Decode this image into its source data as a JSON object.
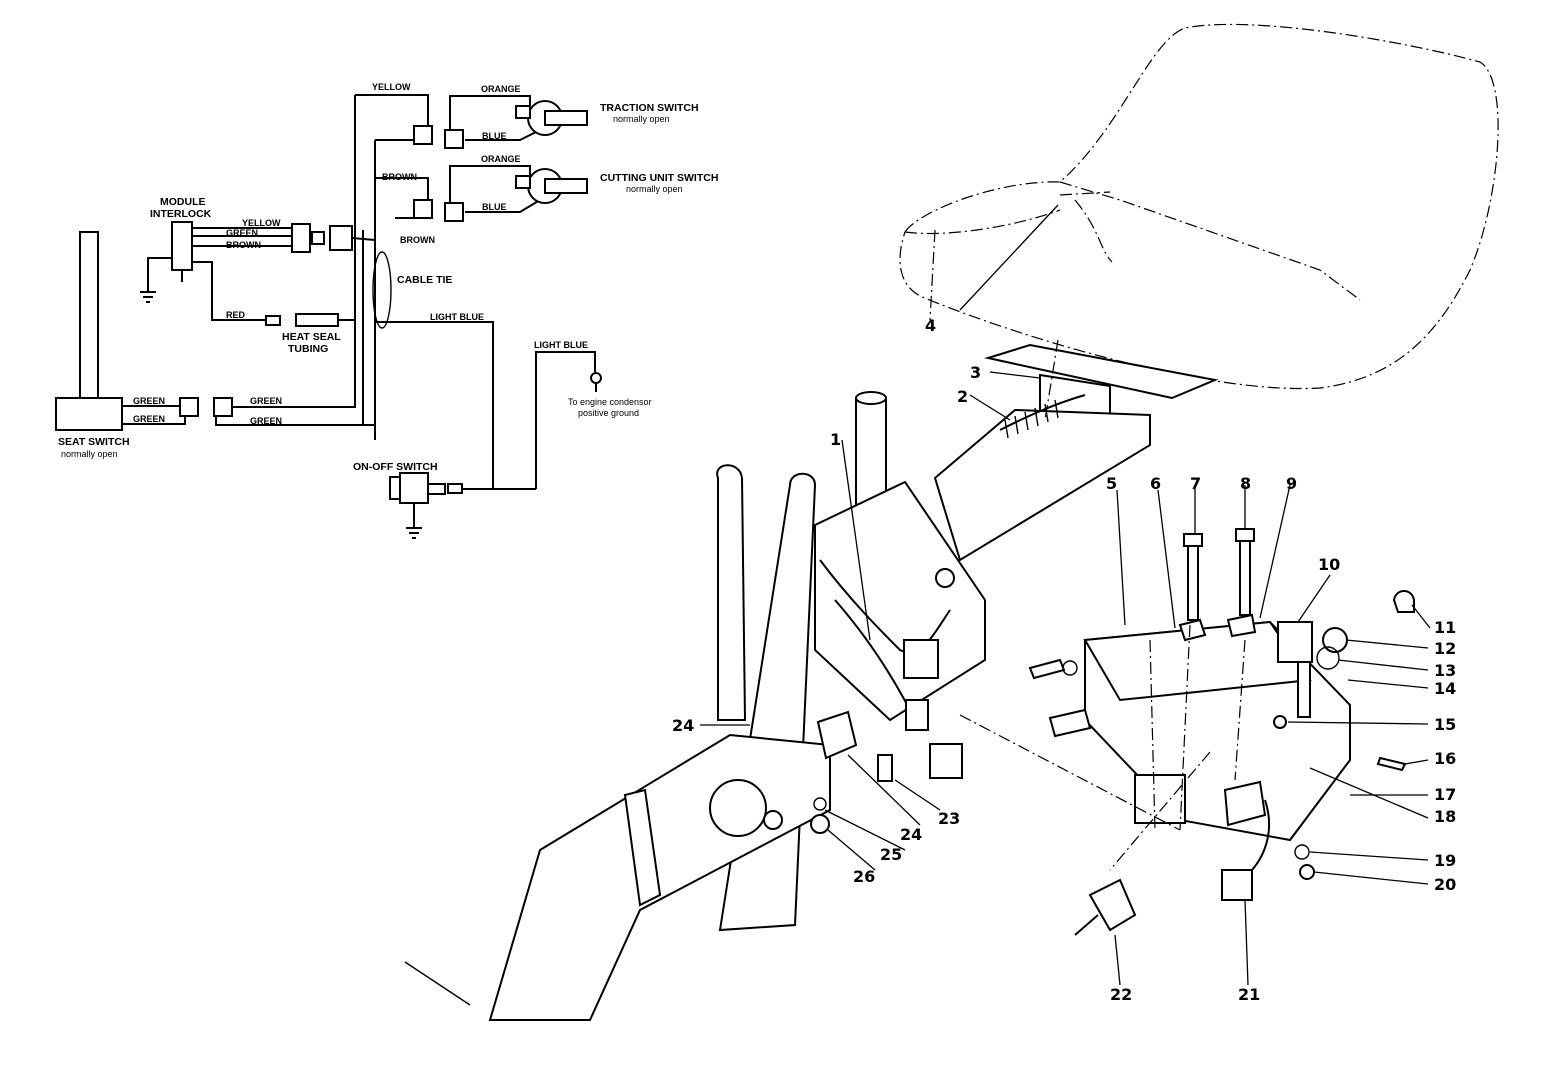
{
  "wiring": {
    "wire_labels": {
      "yellow_top": "YELLOW",
      "orange_1": "ORANGE",
      "blue_1": "BLUE",
      "orange_2": "ORANGE",
      "brown_1": "BROWN",
      "blue_2": "BLUE",
      "brown_2": "BROWN",
      "yellow_module": "YELLOW",
      "green_module": "GREEN",
      "brown_module": "BROWN",
      "red": "RED",
      "light_blue_1": "LIGHT BLUE",
      "light_blue_2": "LIGHT BLUE",
      "green_seat_1": "GREEN",
      "green_seat_2": "GREEN",
      "green_3": "GREEN",
      "green_4": "GREEN"
    },
    "components": {
      "traction_switch_title": "TRACTION SWITCH",
      "traction_switch_sub": "normally open",
      "cutting_switch_title": "CUTTING UNIT SWITCH",
      "cutting_switch_sub": "normally open",
      "module_line1": "MODULE",
      "module_line2": "INTERLOCK",
      "cable_tie": "CABLE TIE",
      "heat_seal_1": "HEAT SEAL",
      "heat_seal_2": "TUBING",
      "engine_note_1": "To engine condensor",
      "engine_note_2": "positive ground",
      "seat_switch_title": "SEAT SWITCH",
      "seat_switch_sub": "normally open",
      "onoff_switch": "ON-OFF SWITCH"
    }
  },
  "callouts": [
    "1",
    "2",
    "3",
    "4",
    "5",
    "6",
    "7",
    "8",
    "9",
    "10",
    "11",
    "12",
    "13",
    "14",
    "15",
    "16",
    "17",
    "18",
    "19",
    "20",
    "21",
    "22",
    "23",
    "24",
    "24",
    "25",
    "26"
  ]
}
